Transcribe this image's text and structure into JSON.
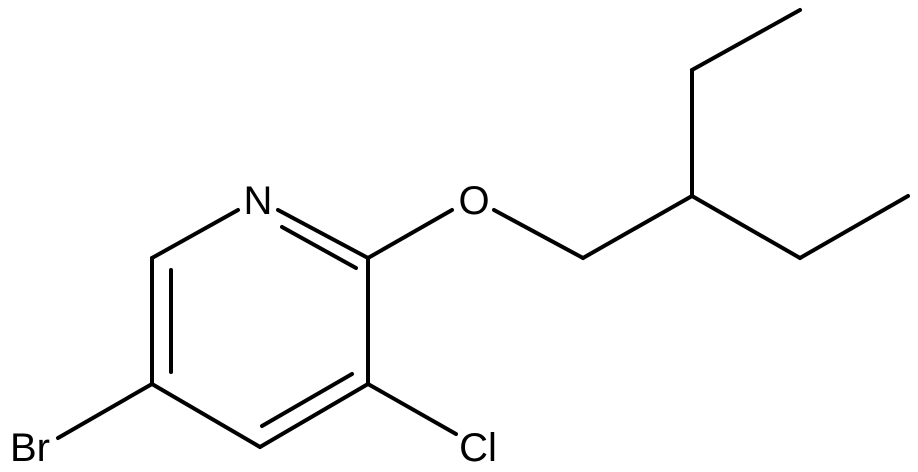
{
  "molecule": {
    "atoms": {
      "nitrogen": "N",
      "oxygen": "O",
      "bromine": "Br",
      "chlorine": "Cl"
    }
  }
}
